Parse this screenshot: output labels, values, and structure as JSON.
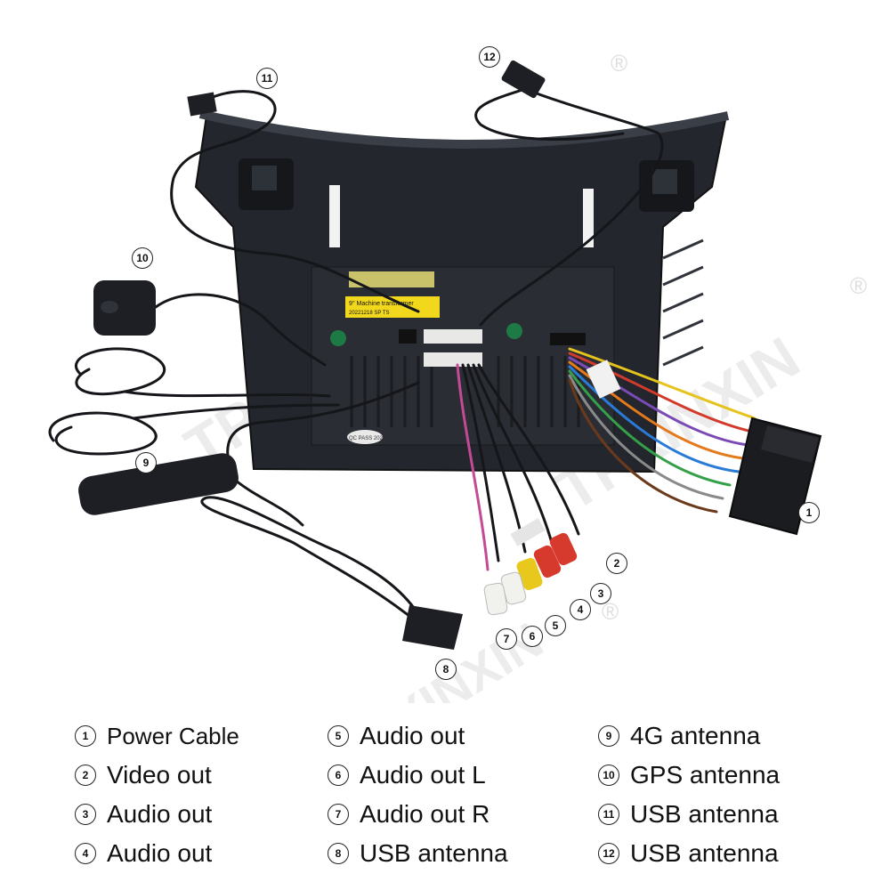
{
  "watermark": {
    "text": "TPXINXIN",
    "registered": "®"
  },
  "photo_texts": {
    "sticker_label": "9'' Machine transformer",
    "sticker_code": "20221218 SP TS",
    "qc_sticker": "QC PASS 2022"
  },
  "callouts": [
    "1",
    "2",
    "3",
    "4",
    "5",
    "6",
    "7",
    "8",
    "9",
    "10",
    "11",
    "12"
  ],
  "legend": [
    {
      "num": "1",
      "label": "Power Cable"
    },
    {
      "num": "2",
      "label": "Video out"
    },
    {
      "num": "3",
      "label": "Audio out"
    },
    {
      "num": "4",
      "label": "Audio out"
    },
    {
      "num": "5",
      "label": "Audio out"
    },
    {
      "num": "6",
      "label": "Audio out L"
    },
    {
      "num": "7",
      "label": "Audio out R"
    },
    {
      "num": "8",
      "label": "USB antenna"
    },
    {
      "num": "9",
      "label": "4G antenna"
    },
    {
      "num": "10",
      "label": "GPS antenna"
    },
    {
      "num": "11",
      "label": "USB antenna"
    },
    {
      "num": "12",
      "label": "USB antenna"
    }
  ],
  "colors": {
    "housing": "#23262d",
    "sticker": "#f2d81c",
    "rca_red": "#d63a2c",
    "rca_yellow": "#e8c81d",
    "rca_white": "#f1f1ee",
    "connector_green": "#1e7a45"
  }
}
